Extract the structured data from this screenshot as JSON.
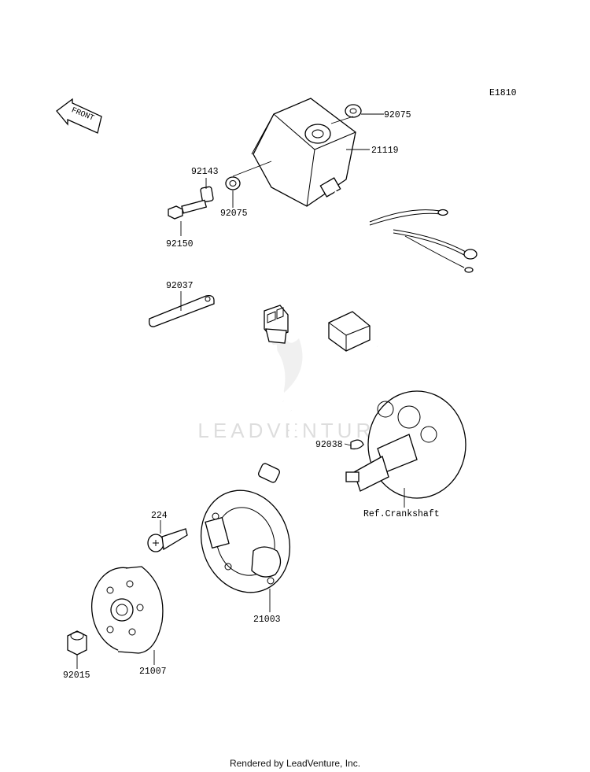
{
  "diagram_code": "E1810",
  "front_label": "FRONT",
  "watermark": "LEADVENTURE",
  "footer": "Rendered by LeadVenture, Inc.",
  "parts": {
    "p92075_top": "92075",
    "p21119": "21119",
    "p92143": "92143",
    "p92075_left": "92075",
    "p92150": "92150",
    "p92037": "92037",
    "p92038": "92038",
    "crankshaft": "Ref.Crankshaft",
    "p224": "224",
    "p21003": "21003",
    "p21007": "21007",
    "p92015": "92015"
  }
}
